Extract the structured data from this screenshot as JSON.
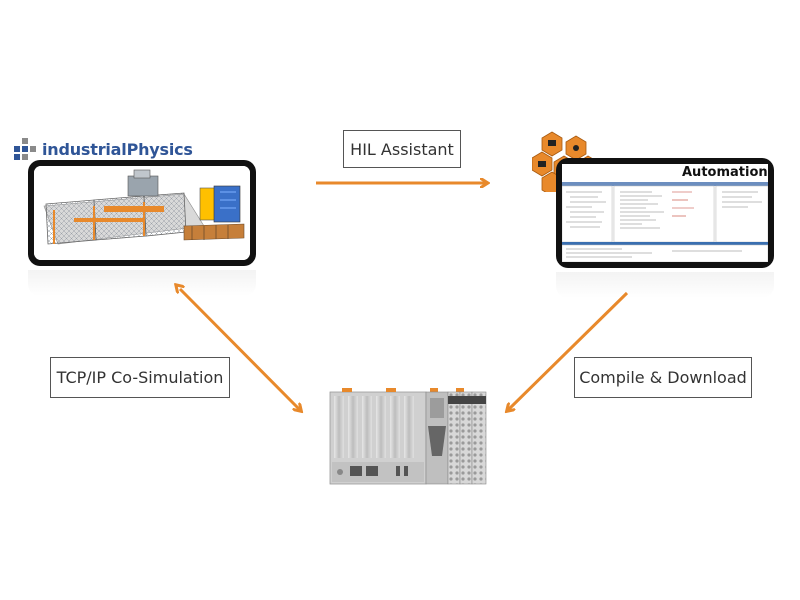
{
  "logo": {
    "text_part1": "industrial",
    "text_part2": "Physics",
    "color_blue": "#2f5597",
    "color_grey": "#8a8a8a"
  },
  "automation_studio": {
    "title": "Automation Studio",
    "hex_color": "#e8892b"
  },
  "labels": {
    "hil_assistant": "HIL Assistant",
    "tcpip_cosim": "TCP/IP Co-Simulation",
    "compile_download": "Compile & Download"
  },
  "colors": {
    "arrow": "#e8892b",
    "monitor_frame": "#111111",
    "controller_body": "#c9c9c9"
  },
  "icons": {
    "controller": "plc-controller-icon",
    "simulation": "factory-3d-model-icon"
  }
}
